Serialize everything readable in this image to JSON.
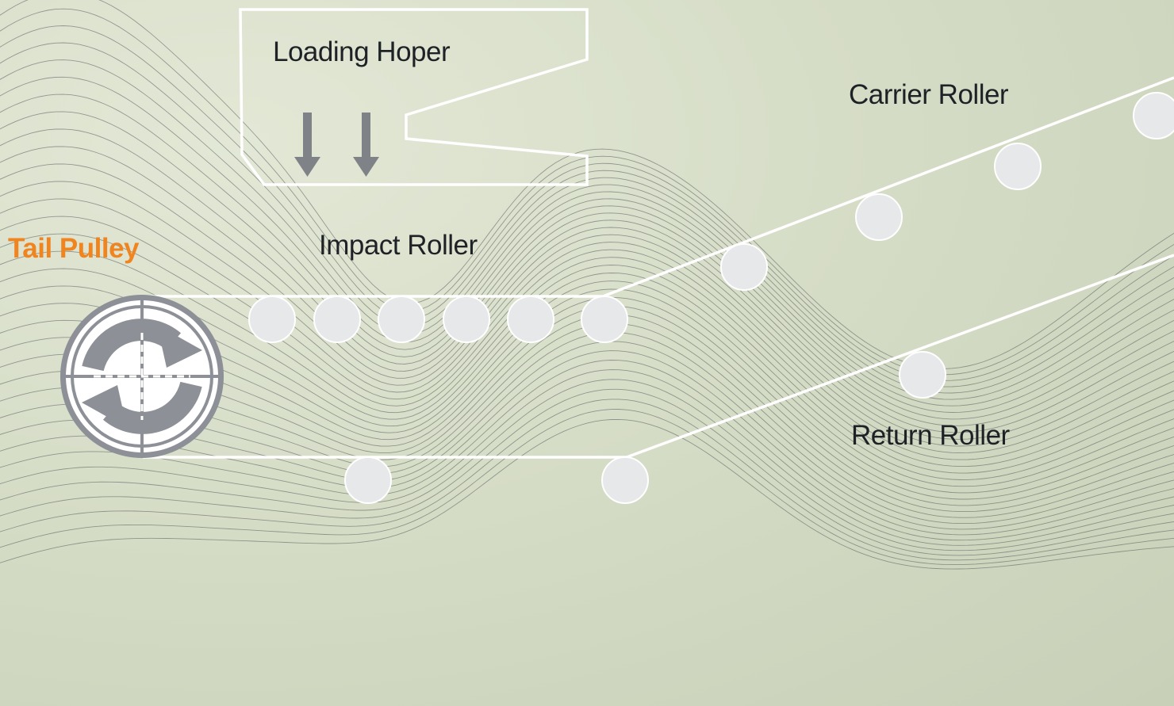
{
  "labels": {
    "hopper": "Loading Hoper",
    "carrier": "Carrier Roller",
    "tail": "Tail Pulley",
    "impact": "Impact Roller",
    "return": "Return Roller"
  },
  "colors": {
    "background": "#d3dac4",
    "belt_line": "#ffffff",
    "roller_fill": "#e7e8ea",
    "arrow": "#7f8388",
    "pulley_ring": "#8d9096",
    "accent": "#f0841f",
    "text": "#1e2226",
    "wave_line": "#555a5c"
  },
  "icons": [
    "down-arrow-icon",
    "refresh-cycle-icon"
  ]
}
